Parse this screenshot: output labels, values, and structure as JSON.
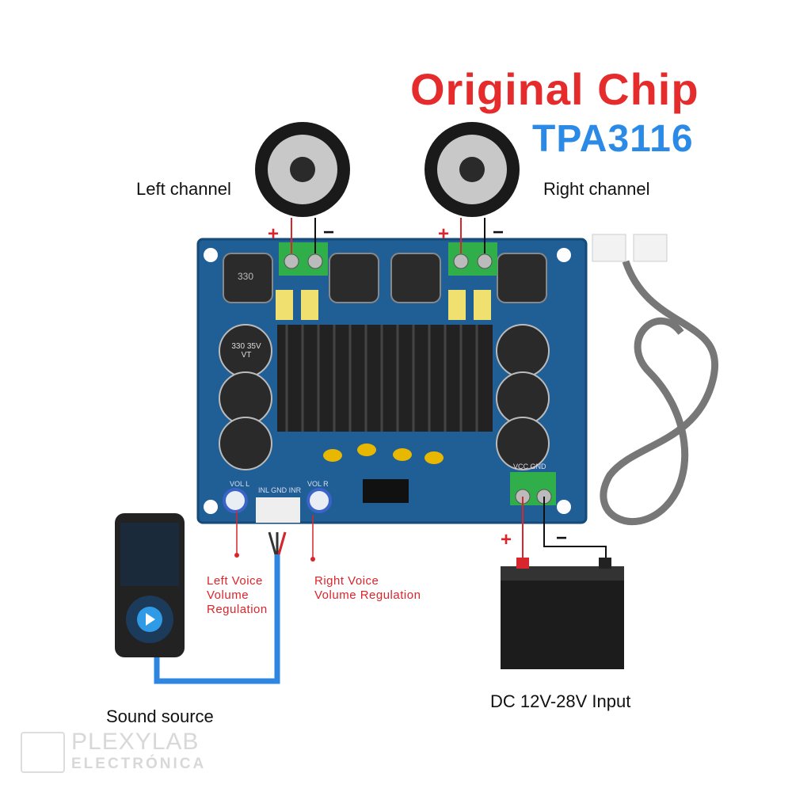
{
  "header": {
    "title": "Original Chip",
    "subtitle": "TPA3116"
  },
  "speakers": {
    "left_label": "Left channel",
    "right_label": "Right channel",
    "plus": "+",
    "minus": "−"
  },
  "board": {
    "vol_l": "VOL L",
    "vol_r": "VOL R",
    "input_pins": "INL GND INR",
    "power_pins": "VCC GND",
    "capacitor_text": "330 35V VT",
    "inductor_text": "330"
  },
  "annotations": {
    "left_volume": [
      "Left Voice",
      "Volume",
      "Regulation"
    ],
    "right_volume": [
      "Right Voice",
      "Volume Regulation"
    ]
  },
  "sound_source": {
    "label": "Sound source"
  },
  "power": {
    "label": "DC 12V-28V Input",
    "plus": "+",
    "minus": "−"
  },
  "watermark": {
    "line1": "PLEXYLAB",
    "line2": "ELECTRÓNICA"
  },
  "colors": {
    "title": "#e52b2b",
    "subtitle": "#2a8ae6",
    "board": "#1f5f96",
    "wire_blue": "#2f86e0",
    "terminal": "#2fae4a"
  }
}
